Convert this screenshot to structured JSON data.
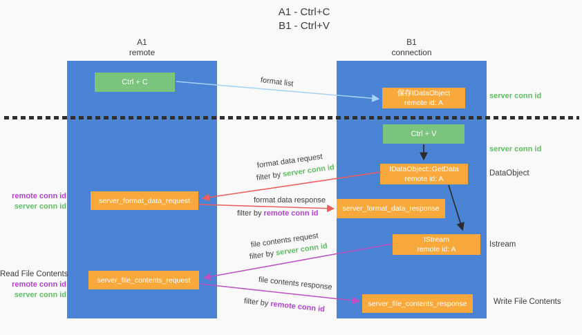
{
  "title": {
    "line1": "A1 - Ctrl+C",
    "line2": "B1 - Ctrl+V"
  },
  "columns": {
    "left": {
      "id": "A1",
      "role": "remote"
    },
    "right": {
      "id": "B1",
      "role": "connection"
    }
  },
  "nodes": {
    "ctrl_c": "Ctrl + C",
    "save_idataobject": {
      "line1": "保存IDataObject",
      "line2": "remote id: A"
    },
    "ctrl_v": "Ctrl + V",
    "getdata": {
      "line1": "IDataObject::GetData",
      "line2": "remote id: A"
    },
    "format_request": "server_format_data_request",
    "format_response": "server_format_data_response",
    "istream": {
      "line1": "IStream",
      "line2": "remote id: A"
    },
    "file_request": "server_file_contents_request",
    "file_response": "server_file_contents_response"
  },
  "edge_labels": {
    "format_list": "format list",
    "format_data_request": "format data request",
    "filter_by_1": "filter by",
    "filter_server_1": "server conn id",
    "format_data_response": "format data response",
    "filter_by_2": "filter by",
    "filter_remote_1": "remote conn id",
    "file_contents_request": "file contents request",
    "filter_by_3": "filter by",
    "filter_server_2": "server conn id",
    "file_contents_response": "file contents response",
    "filter_by_4": "filter by",
    "filter_remote_2": "remote conn id"
  },
  "side_labels": {
    "right_server_conn_id_top": "server conn id",
    "right_server_conn_id_mid": "server conn id",
    "dataobject": "DataObject",
    "istream": "Istream",
    "write_file_contents": "Write File Contents",
    "left_remote_conn_id_top": "remote conn id",
    "left_server_conn_id_top": "server conn id",
    "read_file_contents": "Read File Contents",
    "left_remote_conn_id_bottom": "remote conn id",
    "left_server_conn_id_bottom": "server conn id"
  },
  "colors": {
    "background": "#f9f9f9",
    "column_blue": "#4b83d5",
    "node_green": "#7bc47e",
    "node_orange": "#f9a83c",
    "arrow_light_blue": "#a5d3f3",
    "arrow_red": "#ed5f5f",
    "arrow_purple": "#bd53c3",
    "arrow_black": "#2b2b2b",
    "label_green": "#5fbd61",
    "label_purple": "#b044c8",
    "label_dark": "#3c3c3c"
  }
}
